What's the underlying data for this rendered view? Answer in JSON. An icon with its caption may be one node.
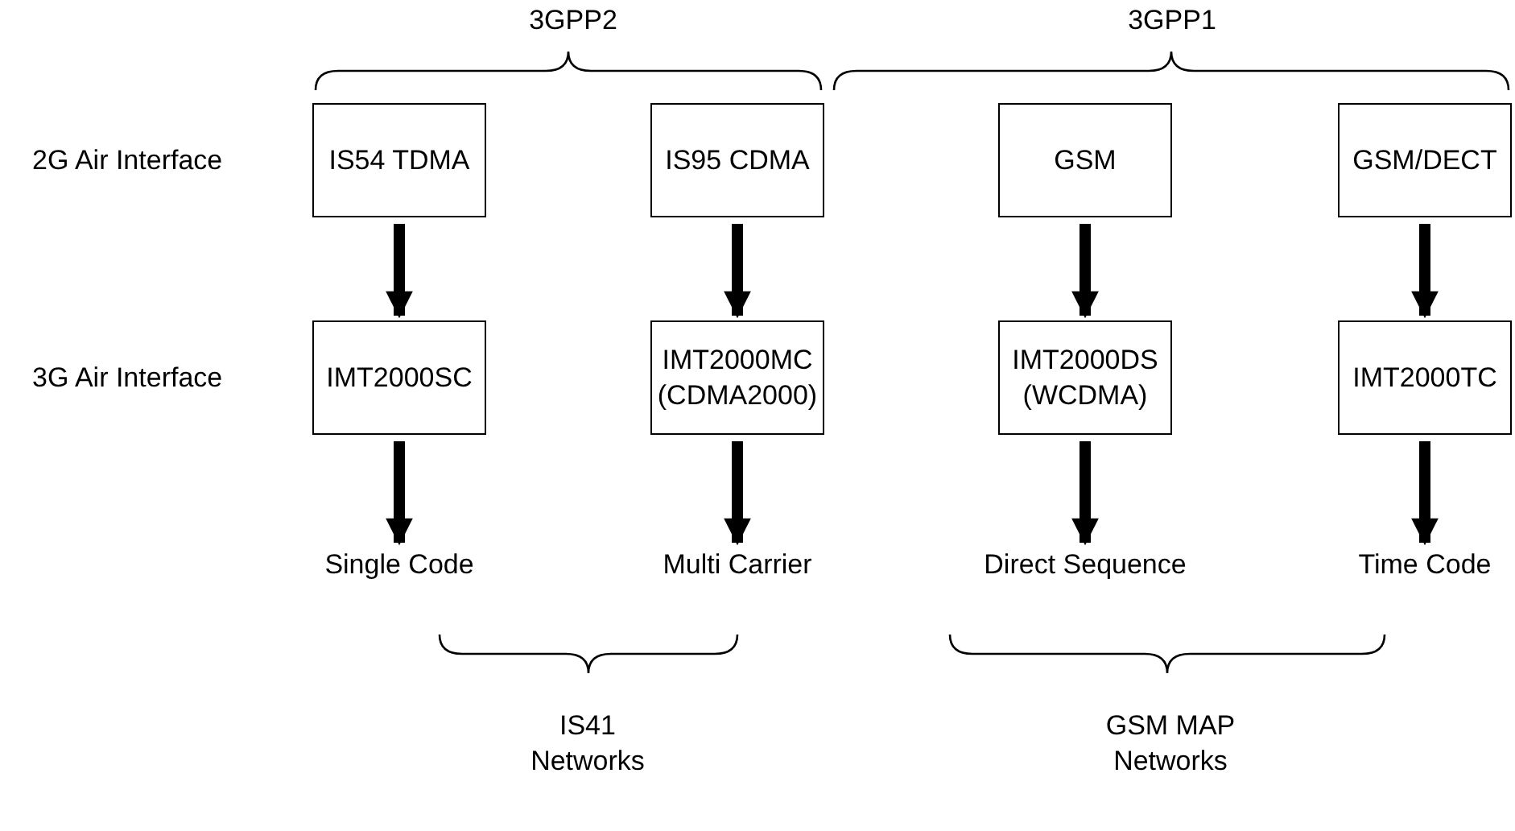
{
  "diagram": {
    "nodes": [
      {
        "text": [
          "IS54 TDMA"
        ]
      },
      {
        "text": [
          "IS95 CDMA"
        ]
      },
      {
        "text": [
          "GSM"
        ]
      },
      {
        "text": [
          "GSM/DECT"
        ]
      },
      {
        "text": [
          "IMT2000SC"
        ]
      },
      {
        "text": [
          "IMT2000MC (CDMA2000)"
        ]
      },
      {
        "text": [
          "IMT2000DS (WCDMA)"
        ]
      },
      {
        "text": [
          "IMT2000TC"
        ]
      },
      {
        "text": [
          "Single Code"
        ]
      },
      {
        "text": [
          "Multi Carrier"
        ]
      },
      {
        "text": [
          "Direct Sequence"
        ]
      },
      {
        "text": [
          "Time Code"
        ]
      }
    ],
    "edges": [
      {
        "from": 0,
        "to": 4,
        "arrow": "to"
      },
      {
        "from": 1,
        "to": 5,
        "arrow": "to"
      },
      {
        "from": 2,
        "to": 6,
        "arrow": "to"
      },
      {
        "from": 3,
        "to": 7,
        "arrow": "to"
      },
      {
        "from": 4,
        "to": 8,
        "arrow": "to"
      },
      {
        "from": 5,
        "to": 9,
        "arrow": "to"
      },
      {
        "from": 6,
        "to": 10,
        "arrow": "to"
      },
      {
        "from": 7,
        "to": 11,
        "arrow": "to"
      }
    ],
    "labels": [
      "3GPP2",
      "3GPP1",
      "2G Air Interface",
      "3G Air Interface",
      "IS41 Networks",
      "GSM MAP Networks"
    ]
  }
}
